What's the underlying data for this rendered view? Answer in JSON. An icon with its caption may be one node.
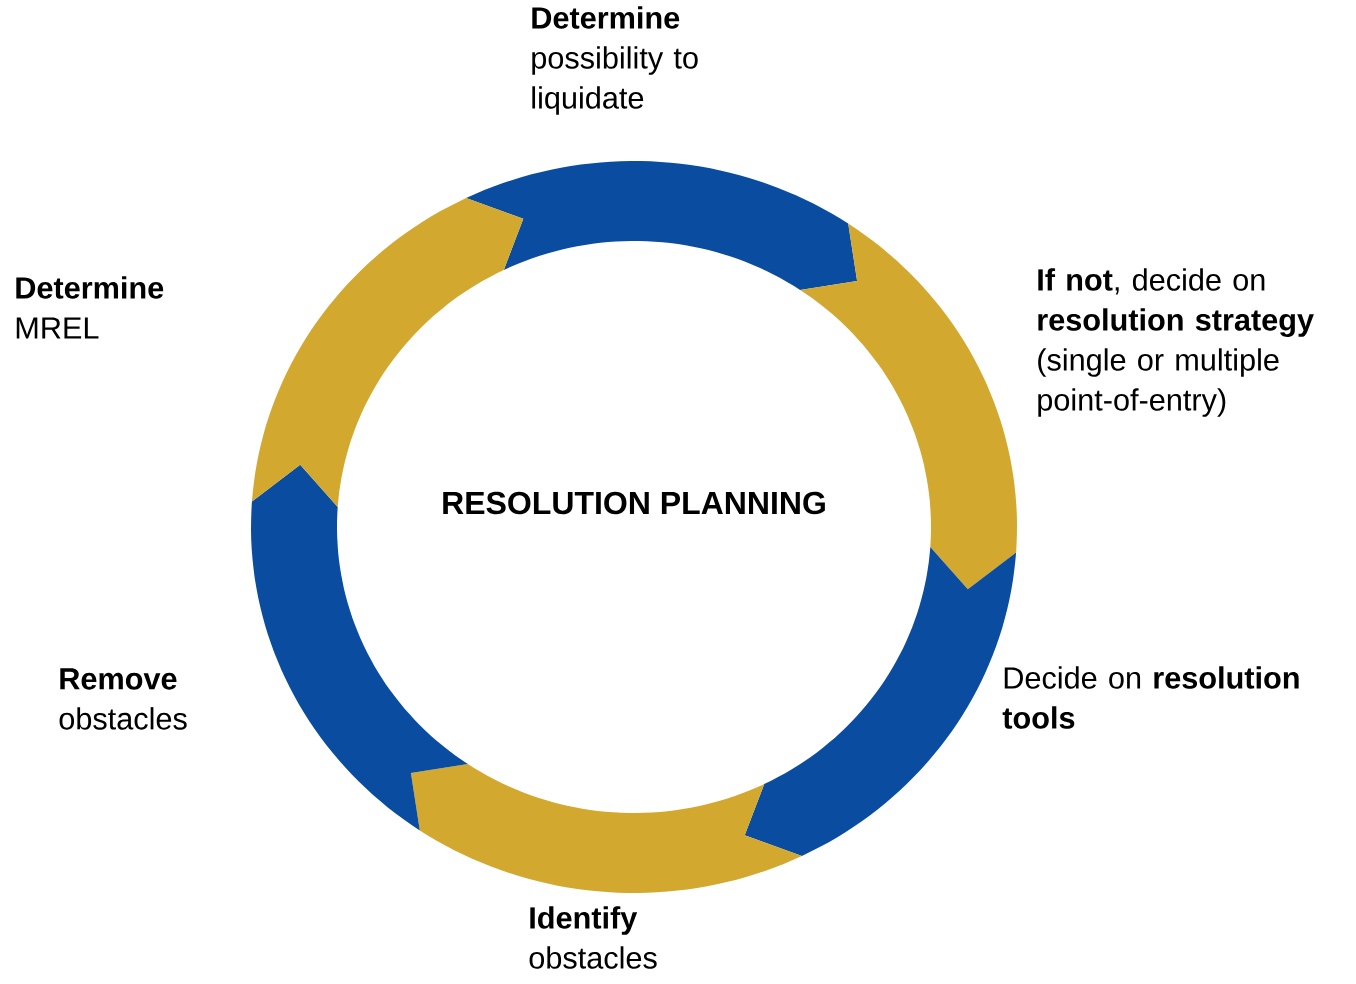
{
  "diagram": {
    "nodes": [
      {
        "text": [
          "RESOLUTION PLANNING"
        ]
      }
    ],
    "labels": [
      "**Determine** possibility to liquidate",
      "**If not**, decide on **resolution strategy** (single or multiple point-of-entry)",
      "**Determine** MREL",
      "Decide on **resolution tools**",
      "**Remove** obstacles",
      "**Identify** obstacles"
    ]
  }
}
